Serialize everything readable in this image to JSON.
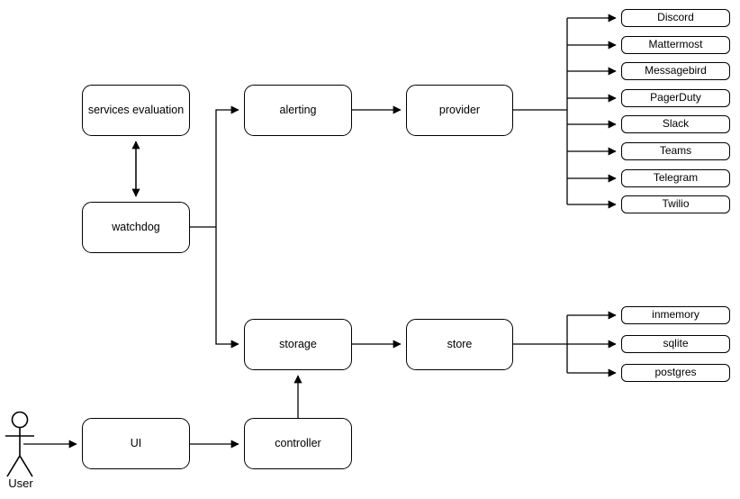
{
  "diagram": {
    "title": "alerting and storage architecture flow",
    "background": "#ffffff",
    "stroke": "#000000",
    "text_color": "#000000"
  },
  "actor": {
    "label": "User",
    "icon": "stick-figure-actor"
  },
  "nodes": {
    "services_evaluation": "services evaluation",
    "watchdog": "watchdog",
    "alerting": "alerting",
    "provider": "provider",
    "storage": "storage",
    "store": "store",
    "ui": "UI",
    "controller": "controller"
  },
  "providers": [
    {
      "label": "Discord"
    },
    {
      "label": "Mattermost"
    },
    {
      "label": "Messagebird"
    },
    {
      "label": "PagerDuty"
    },
    {
      "label": "Slack"
    },
    {
      "label": "Teams"
    },
    {
      "label": "Telegram"
    },
    {
      "label": "Twilio"
    }
  ],
  "stores": [
    {
      "label": "inmemory"
    },
    {
      "label": "sqlite"
    },
    {
      "label": "postgres"
    }
  ]
}
